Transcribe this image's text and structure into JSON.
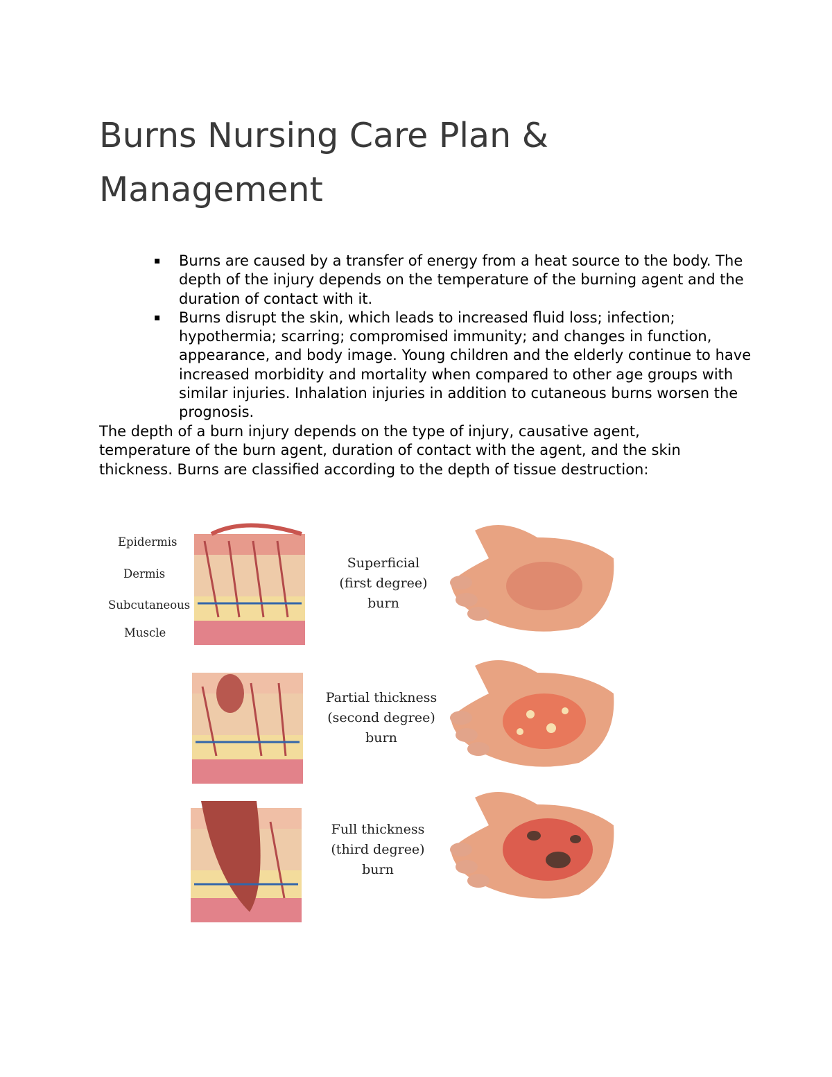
{
  "document": {
    "title": "Burns Nursing Care Plan & Management",
    "bullets": [
      "Burns are caused by a transfer of energy from a heat source to the body. The depth of the injury depends on the temperature of the burning agent and the duration of contact with it.",
      "Burns disrupt the skin, which leads to increased fluid loss; infection; hypothermia; scarring; compromised immunity; and changes in function, appearance, and body image. Young children and the elderly continue to have increased morbidity and mortality when compared to other age groups with similar injuries. Inhalation injuries in addition to cutaneous burns worsen the prognosis."
    ],
    "bullet_marker": "▪",
    "paragraph": "The depth of a burn injury depends on the type of injury, causative agent, temperature of the burn agent, duration of contact with the agent, and the skin thickness. Burns are classified according to the depth of tissue destruction:"
  },
  "figure": {
    "layer_labels": [
      "Epidermis",
      "Dermis",
      "Subcutaneous",
      "Muscle"
    ],
    "rows": [
      {
        "caption_lines": [
          "Superficial",
          "(first degree)",
          "burn"
        ]
      },
      {
        "caption_lines": [
          "Partial thickness",
          "(second degree)",
          "burn"
        ]
      },
      {
        "caption_lines": [
          "Full thickness",
          "(third degree)",
          "burn"
        ]
      }
    ]
  }
}
